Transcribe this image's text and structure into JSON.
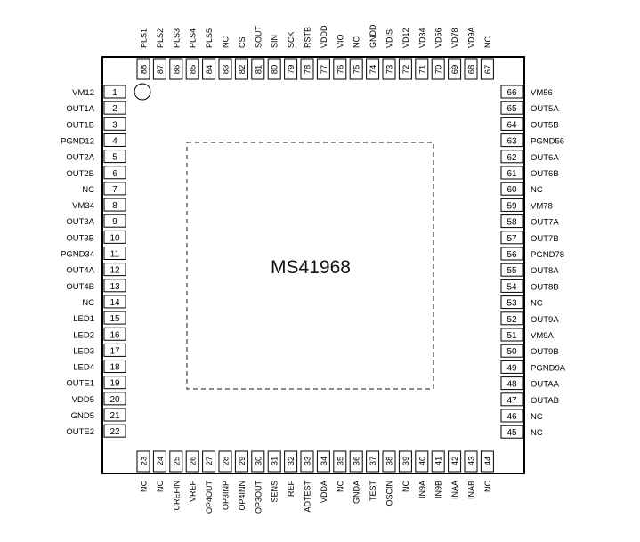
{
  "chip": {
    "name": "MS41968",
    "left_pins": [
      {
        "num": "1",
        "label": "VM12"
      },
      {
        "num": "2",
        "label": "OUT1A"
      },
      {
        "num": "3",
        "label": "OUT1B"
      },
      {
        "num": "4",
        "label": "PGND12"
      },
      {
        "num": "5",
        "label": "OUT2A"
      },
      {
        "num": "6",
        "label": "OUT2B"
      },
      {
        "num": "7",
        "label": "NC"
      },
      {
        "num": "8",
        "label": "VM34"
      },
      {
        "num": "9",
        "label": "OUT3A"
      },
      {
        "num": "10",
        "label": "OUT3B"
      },
      {
        "num": "11",
        "label": "PGND34"
      },
      {
        "num": "12",
        "label": "OUT4A"
      },
      {
        "num": "13",
        "label": "OUT4B"
      },
      {
        "num": "14",
        "label": "NC"
      },
      {
        "num": "15",
        "label": "LED1"
      },
      {
        "num": "16",
        "label": "LED2"
      },
      {
        "num": "17",
        "label": "LED3"
      },
      {
        "num": "18",
        "label": "LED4"
      },
      {
        "num": "19",
        "label": "OUTE1"
      },
      {
        "num": "20",
        "label": "VDD5"
      },
      {
        "num": "21",
        "label": "GND5"
      },
      {
        "num": "22",
        "label": "OUTE2"
      }
    ],
    "bottom_pins": [
      {
        "num": "23",
        "label": "NC"
      },
      {
        "num": "24",
        "label": "NC"
      },
      {
        "num": "25",
        "label": "CREFIN"
      },
      {
        "num": "26",
        "label": "VREF"
      },
      {
        "num": "27",
        "label": "OP4OUT"
      },
      {
        "num": "28",
        "label": "OP3INP"
      },
      {
        "num": "29",
        "label": "OP4INN"
      },
      {
        "num": "30",
        "label": "OP3OUT"
      },
      {
        "num": "31",
        "label": "SENS"
      },
      {
        "num": "32",
        "label": "REF"
      },
      {
        "num": "33",
        "label": "ADTEST"
      },
      {
        "num": "34",
        "label": "VDDA"
      },
      {
        "num": "35",
        "label": "NC"
      },
      {
        "num": "36",
        "label": "GNDA"
      },
      {
        "num": "37",
        "label": "TEST"
      },
      {
        "num": "38",
        "label": "OSCIN"
      },
      {
        "num": "39",
        "label": "NC"
      },
      {
        "num": "40",
        "label": "IN9A"
      },
      {
        "num": "41",
        "label": "IN9B"
      },
      {
        "num": "42",
        "label": "INAA"
      },
      {
        "num": "43",
        "label": "INAB"
      },
      {
        "num": "44",
        "label": "NC"
      }
    ],
    "right_pins": [
      {
        "num": "66",
        "label": "VM56"
      },
      {
        "num": "65",
        "label": "OUT5A"
      },
      {
        "num": "64",
        "label": "OUT5B"
      },
      {
        "num": "63",
        "label": "PGND56"
      },
      {
        "num": "62",
        "label": "OUT6A"
      },
      {
        "num": "61",
        "label": "OUT6B"
      },
      {
        "num": "60",
        "label": "NC"
      },
      {
        "num": "59",
        "label": "VM78"
      },
      {
        "num": "58",
        "label": "OUT7A"
      },
      {
        "num": "57",
        "label": "OUT7B"
      },
      {
        "num": "56",
        "label": "PGND78"
      },
      {
        "num": "55",
        "label": "OUT8A"
      },
      {
        "num": "54",
        "label": "OUT8B"
      },
      {
        "num": "53",
        "label": "NC"
      },
      {
        "num": "52",
        "label": "OUT9A"
      },
      {
        "num": "51",
        "label": "VM9A"
      },
      {
        "num": "50",
        "label": "OUT9B"
      },
      {
        "num": "49",
        "label": "PGND9A"
      },
      {
        "num": "48",
        "label": "OUTAA"
      },
      {
        "num": "47",
        "label": "OUTAB"
      },
      {
        "num": "46",
        "label": "NC"
      },
      {
        "num": "45",
        "label": "NC"
      }
    ],
    "top_pins": [
      {
        "num": "88",
        "label": "PLS1"
      },
      {
        "num": "87",
        "label": "PLS2"
      },
      {
        "num": "86",
        "label": "PLS3"
      },
      {
        "num": "85",
        "label": "PLS4"
      },
      {
        "num": "84",
        "label": "PLS5"
      },
      {
        "num": "83",
        "label": "NC"
      },
      {
        "num": "82",
        "label": "CS"
      },
      {
        "num": "81",
        "label": "SOUT"
      },
      {
        "num": "80",
        "label": "SIN"
      },
      {
        "num": "79",
        "label": "SCK"
      },
      {
        "num": "78",
        "label": "RSTB"
      },
      {
        "num": "77",
        "label": "VDDD"
      },
      {
        "num": "76",
        "label": "VIO"
      },
      {
        "num": "75",
        "label": "NC"
      },
      {
        "num": "74",
        "label": "GNDD"
      },
      {
        "num": "73",
        "label": "VDIS"
      },
      {
        "num": "72",
        "label": "VD12"
      },
      {
        "num": "71",
        "label": "VD34"
      },
      {
        "num": "70",
        "label": "VD56"
      },
      {
        "num": "69",
        "label": "VD78"
      },
      {
        "num": "68",
        "label": "VD9A"
      },
      {
        "num": "67",
        "label": "NC"
      }
    ]
  }
}
